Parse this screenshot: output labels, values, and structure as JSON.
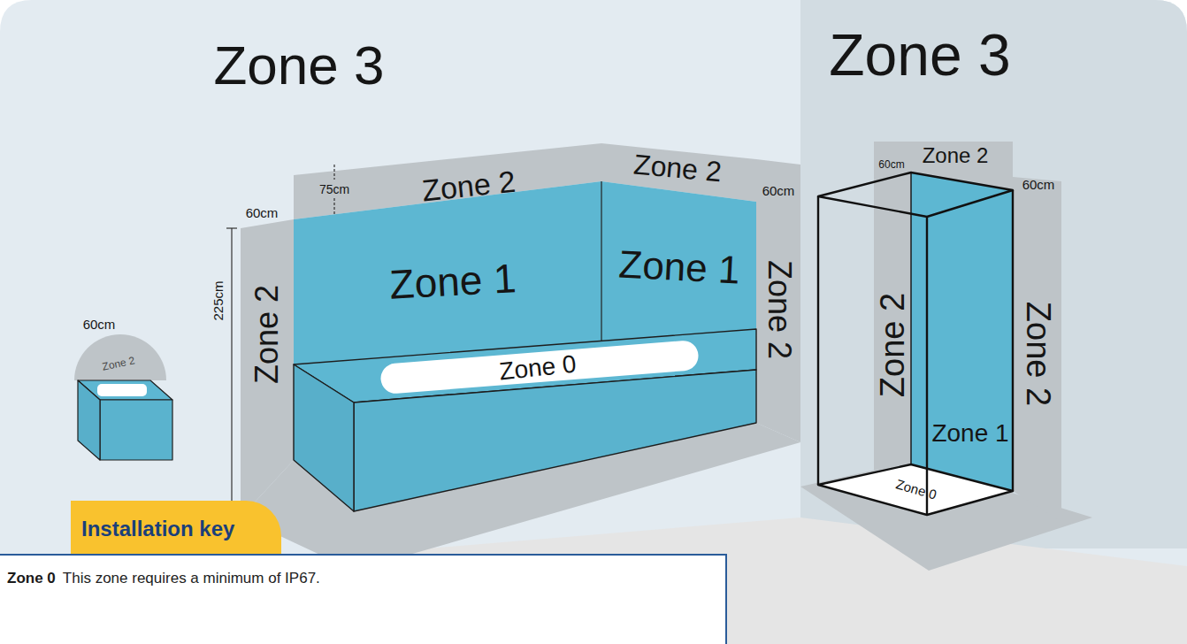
{
  "diagram": {
    "nodes": [
      {
        "text": [
          "Installation key"
        ]
      },
      {
        "text": [
          "Zone 0",
          "This zone requires a minimum of IP67."
        ]
      }
    ],
    "labels": [
      "Zone 3",
      "Zone 3",
      "Zone 2",
      "75cm",
      "Zone 2",
      "60cm",
      "60cm",
      "Zone 1",
      "Zone 1",
      "Zone 2",
      "Zone 2",
      "225cm",
      "Zone 0",
      "60cm",
      "Zone 2",
      "60cm",
      "Zone 2",
      "60cm",
      "Zone 2",
      "Zone 2",
      "Zone 1",
      "Zone 0"
    ]
  }
}
